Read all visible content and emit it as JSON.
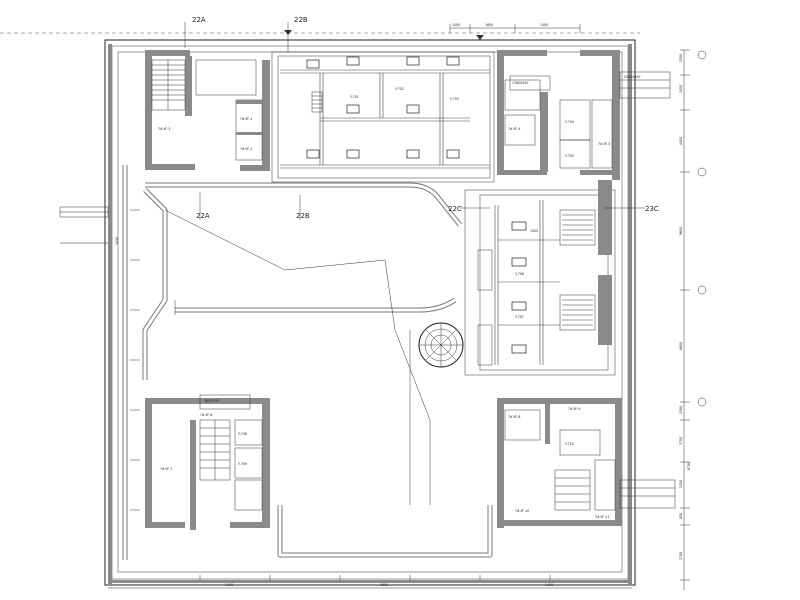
{
  "axis_labels": {
    "a_22a": "22A",
    "a_22b": "22B",
    "a_22c": "22C",
    "a_23c": "23C"
  },
  "dimensions": {
    "top_left": "1000",
    "top_mid": "1600",
    "top_right": "1400",
    "right_1": "1350",
    "right_2": "2450",
    "right_3": "4400",
    "right_4": "9600",
    "right_5": "8600",
    "right_6": "1300",
    "right_7": "3700",
    "right_8": "6700",
    "right_9": "1250",
    "right_10": "850",
    "right_11": "1700",
    "bottom_1": "1400",
    "bottom_2": "1600",
    "bottom_3": "1400",
    "left_1": "1450",
    "center_label": "1400"
  },
  "room_labels": {
    "r_7f1": "7#-YF-1",
    "r_7f2": "7#-YF-2",
    "r_7f3": "7#-YF-3",
    "r_7f4": "7#-YF-4",
    "r_7f5": "7#-YF-5",
    "r_7f6": "7#-YF-6",
    "r_7f7": "7#-YF-7",
    "r_7f8": "7#-YF-8",
    "r_7f9": "7#-YF-9",
    "r_7f10": "7#-YF-10",
    "r_7f11": "7#-YF-11"
  },
  "units": [
    "Y-701",
    "Y-702",
    "Y-703",
    "Y-704",
    "Y-705",
    "Y-706",
    "Y-707",
    "Y-708",
    "Y-709",
    "Y-710"
  ],
  "legend_dims": {
    "l1": "1780X400",
    "l2": "2000X400",
    "l3": "800X250"
  }
}
